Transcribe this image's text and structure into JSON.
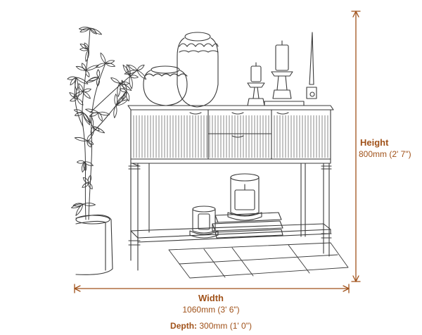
{
  "dimensions": {
    "height": {
      "title": "Height",
      "value": "800mm (2' 7\")"
    },
    "width": {
      "title": "Width",
      "value": "1060mm (3' 6\")"
    },
    "depth": {
      "title": "Depth:",
      "value": "300mm (1' 0\")"
    }
  },
  "colors": {
    "annotation": "#a0521a",
    "line_art": "#3a3a3a"
  }
}
